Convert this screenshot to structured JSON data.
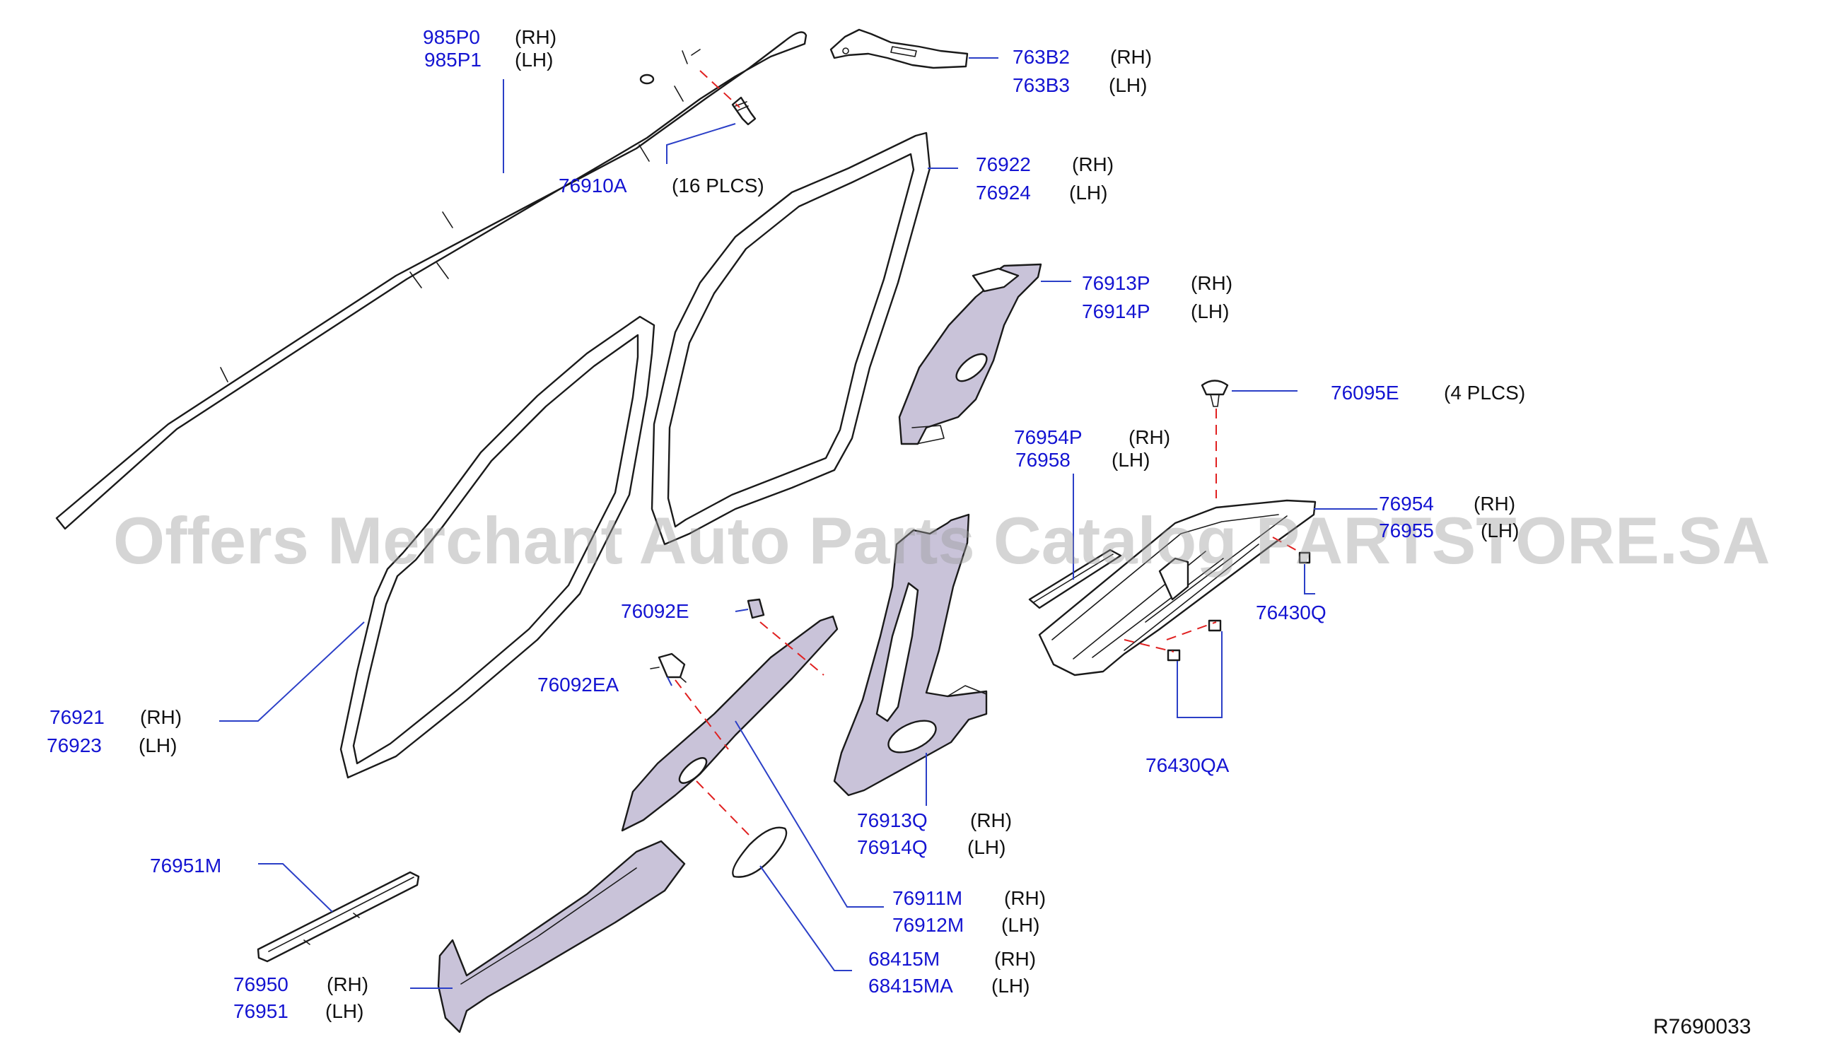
{
  "watermark": "Offers Merchant Auto Parts Catalog PARTSTORE.SA",
  "diagram_id": "R7690033",
  "callouts": [
    {
      "part": "985P0",
      "side": "(RH)"
    },
    {
      "part": "985P1",
      "side": "(LH)"
    },
    {
      "part": "763B2",
      "side": "(RH)"
    },
    {
      "part": "763B3",
      "side": "(LH)"
    },
    {
      "part": "76910A",
      "side": "(16   PLCS)"
    },
    {
      "part": "76922",
      "side": "(RH)"
    },
    {
      "part": "76924",
      "side": "(LH)"
    },
    {
      "part": "76913P",
      "side": "(RH)"
    },
    {
      "part": "76914P",
      "side": "(LH)"
    },
    {
      "part": "76095E",
      "side": "(4   PLCS)"
    },
    {
      "part": "76954P",
      "side": "(RH)"
    },
    {
      "part": "76958",
      "side": "(LH)"
    },
    {
      "part": "76954",
      "side": "(RH)"
    },
    {
      "part": "76955",
      "side": "(LH)"
    },
    {
      "part": "76430Q",
      "side": ""
    },
    {
      "part": "76092E",
      "side": ""
    },
    {
      "part": "76092EA",
      "side": ""
    },
    {
      "part": "76921",
      "side": "(RH)"
    },
    {
      "part": "76923",
      "side": "(LH)"
    },
    {
      "part": "76430QA",
      "side": ""
    },
    {
      "part": "76913Q",
      "side": "(RH)"
    },
    {
      "part": "76914Q",
      "side": "(LH)"
    },
    {
      "part": "76951M",
      "side": ""
    },
    {
      "part": "76911M",
      "side": "(RH)"
    },
    {
      "part": "76912M",
      "side": "(LH)"
    },
    {
      "part": "68415M",
      "side": "(RH)"
    },
    {
      "part": "68415MA",
      "side": "(LH)"
    },
    {
      "part": "76950",
      "side": "(RH)"
    },
    {
      "part": "76951",
      "side": "(LH)"
    }
  ]
}
